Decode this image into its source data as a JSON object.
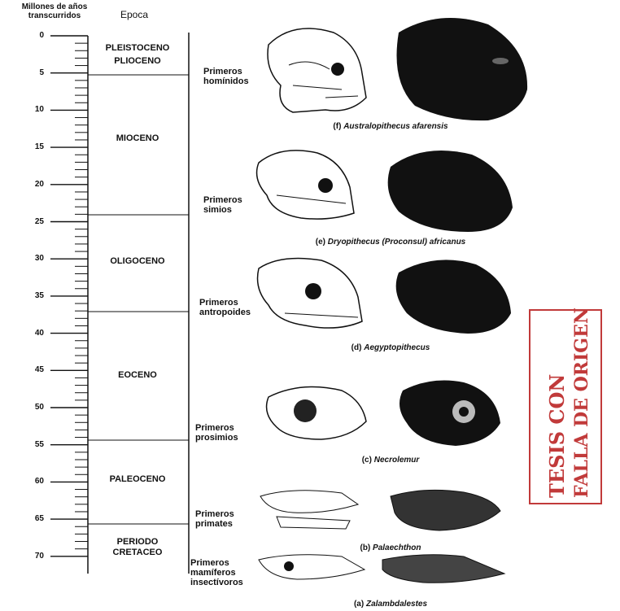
{
  "header": {
    "millions": "Millones de años transcurridos",
    "epoch": "Epoca"
  },
  "ticks": [
    "0",
    "5",
    "10",
    "15",
    "20",
    "25",
    "30",
    "35",
    "40",
    "45",
    "50",
    "55",
    "60",
    "65",
    "70"
  ],
  "epochs": [
    {
      "name": "PLEISTOCENO",
      "id": "pleistoceno"
    },
    {
      "name": "PLIOCENO",
      "id": "plioceno"
    },
    {
      "name": "MIOCENO",
      "id": "mioceno"
    },
    {
      "name": "OLIGOCENO",
      "id": "oligoceno"
    },
    {
      "name": "EOCENO",
      "id": "eoceno"
    },
    {
      "name": "PALEOCENO",
      "id": "paleoceno"
    },
    {
      "name": "PERIODO\nCRETACEO",
      "id": "cretaceo"
    }
  ],
  "primates": [
    {
      "label": "Primeros homínidos",
      "caption_letter": "(f)",
      "caption_name": "Australopithecus afarensis"
    },
    {
      "label": "Primeros simios",
      "caption_letter": "(e)",
      "caption_name": "Dryopithecus (Proconsul) africanus"
    },
    {
      "label": "Primeros antropoides",
      "caption_letter": "(d)",
      "caption_name": "Aegyptopithecus"
    },
    {
      "label": "Primeros prosimios",
      "caption_letter": "(c)",
      "caption_name": "Necrolemur"
    },
    {
      "label": "Primeros primates",
      "caption_letter": "(b)",
      "caption_name": "Palaechthon"
    },
    {
      "label": "Primeros mamíferos insectívoros",
      "caption_letter": "(a)",
      "caption_name": "Zalambdalestes"
    }
  ],
  "stamp": {
    "line1": "TESIS CON",
    "line2": "FALLA DE ORIGEN",
    "color": "#c13a3a"
  }
}
